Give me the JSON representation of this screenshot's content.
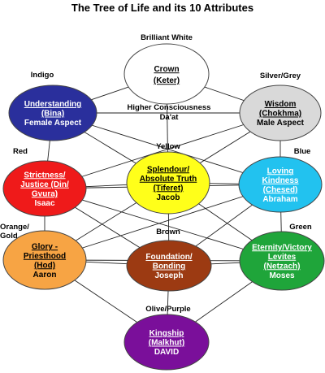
{
  "title": "The Tree of Life and its 10 Attributes",
  "nodes": {
    "keter": {
      "lines": [
        "Crown",
        "(Keter)"
      ],
      "color_label": "Brilliant White",
      "fill": "#ffffff",
      "text_color": "#000000"
    },
    "chokhma": {
      "lines": [
        "Wisdom",
        "(Chokhma)",
        "Male Aspect"
      ],
      "color_label": "Silver/Grey",
      "fill": "#d9d9d9",
      "text_color": "#000000"
    },
    "bina": {
      "lines": [
        "Understanding",
        "(Bina)",
        "Female Aspect"
      ],
      "color_label": "Indigo",
      "fill": "#2a2f9c",
      "text_color": "#ffffff"
    },
    "gevura": {
      "lines": [
        "Strictness/",
        "Justice (Din/",
        "Gvura)",
        "Isaac"
      ],
      "color_label": "Red",
      "fill": "#ef1a1a",
      "text_color": "#ffffff"
    },
    "tiferet": {
      "lines": [
        "Splendour/",
        "Absolute Truth",
        "(Tiferet)",
        "Jacob"
      ],
      "color_label": "Yellow",
      "fill": "#ffff1a",
      "text_color": "#000000"
    },
    "chesed": {
      "lines": [
        "Loving",
        "Kindness",
        "(Chesed)",
        "Abraham"
      ],
      "color_label": "Blue",
      "fill": "#22c2ef",
      "text_color": "#ffffff"
    },
    "hod": {
      "lines": [
        "Glory -",
        "Priesthood",
        "(Hod)",
        "Aaron"
      ],
      "color_label": "Orange/\nGold",
      "fill": "#f7a444",
      "text_color": "#000000"
    },
    "yesod": {
      "lines": [
        "Foundation/",
        "Bonding",
        "Joseph"
      ],
      "color_label": "Brown",
      "fill": "#9c3a12",
      "text_color": "#ffffff"
    },
    "netzach": {
      "lines": [
        "Eternity/Victory",
        "Levites",
        "(Netzach)",
        "Moses"
      ],
      "color_label": "Green",
      "fill": "#1fa53a",
      "text_color": "#ffffff"
    },
    "malkhut": {
      "lines": [
        "Kingship",
        "(Malkhut)",
        "DAVID"
      ],
      "color_label": "Olive/Purple",
      "fill": "#7a0f9a",
      "text_color": "#ffffff"
    }
  },
  "daat": {
    "lines": [
      "Higher Consciousness",
      "Da'at"
    ]
  },
  "paths": [
    [
      "keter",
      "chokhma"
    ],
    [
      "keter",
      "bina"
    ],
    [
      "keter",
      "tiferet"
    ],
    [
      "bina",
      "chokhma"
    ],
    [
      "bina",
      "gevura"
    ],
    [
      "bina",
      "tiferet"
    ],
    [
      "bina",
      "chesed"
    ],
    [
      "chokhma",
      "chesed"
    ],
    [
      "chokhma",
      "tiferet"
    ],
    [
      "chokhma",
      "gevura"
    ],
    [
      "gevura",
      "chesed"
    ],
    [
      "gevura",
      "tiferet"
    ],
    [
      "gevura",
      "hod"
    ],
    [
      "gevura",
      "yesod"
    ],
    [
      "gevura",
      "netzach"
    ],
    [
      "chesed",
      "tiferet"
    ],
    [
      "chesed",
      "netzach"
    ],
    [
      "chesed",
      "yesod"
    ],
    [
      "chesed",
      "hod"
    ],
    [
      "tiferet",
      "hod"
    ],
    [
      "tiferet",
      "netzach"
    ],
    [
      "tiferet",
      "yesod"
    ],
    [
      "hod",
      "netzach"
    ],
    [
      "hod",
      "yesod"
    ],
    [
      "hod",
      "malkhut"
    ],
    [
      "netzach",
      "yesod"
    ],
    [
      "netzach",
      "malkhut"
    ],
    [
      "yesod",
      "malkhut"
    ]
  ]
}
